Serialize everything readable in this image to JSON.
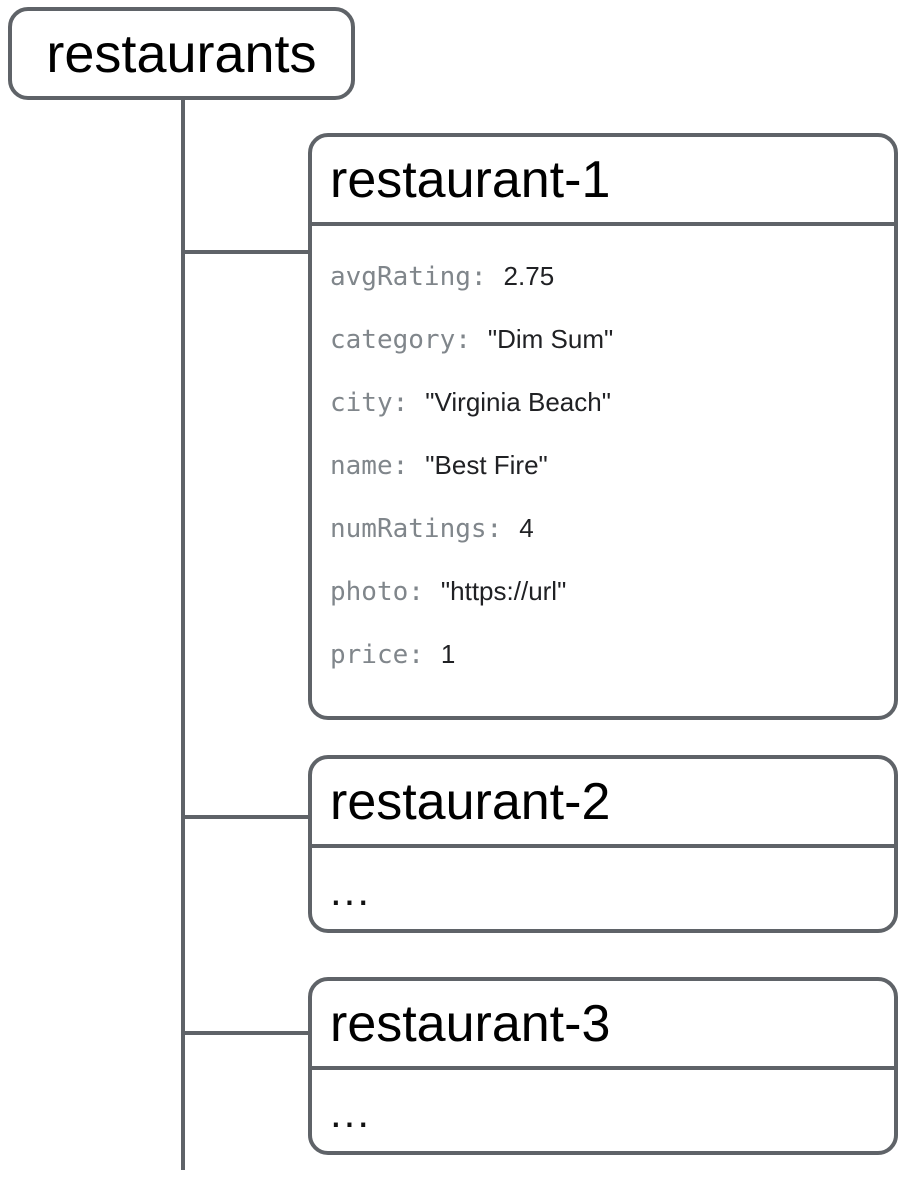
{
  "diagram": {
    "kind": "firestore-data-model-tree",
    "root_label": "restaurants",
    "documents": [
      {
        "id": "restaurant-1",
        "fields": [
          {
            "key": "avgRating:",
            "value": "2.75"
          },
          {
            "key": "category:",
            "value": "\"Dim Sum\""
          },
          {
            "key": "city:",
            "value": "\"Virginia Beach\""
          },
          {
            "key": "name:",
            "value": "\"Best Fire\""
          },
          {
            "key": "numRatings:",
            "value": "4"
          },
          {
            "key": "photo:",
            "value": "\"https://url\""
          },
          {
            "key": "price:",
            "value": "1"
          }
        ]
      },
      {
        "id": "restaurant-2",
        "body": "..."
      },
      {
        "id": "restaurant-3",
        "body": "..."
      }
    ],
    "colors": {
      "line": "#5f6368",
      "key_text": "#80868b",
      "value_text": "#202124",
      "title_text": "#000000",
      "background": "#ffffff"
    }
  }
}
